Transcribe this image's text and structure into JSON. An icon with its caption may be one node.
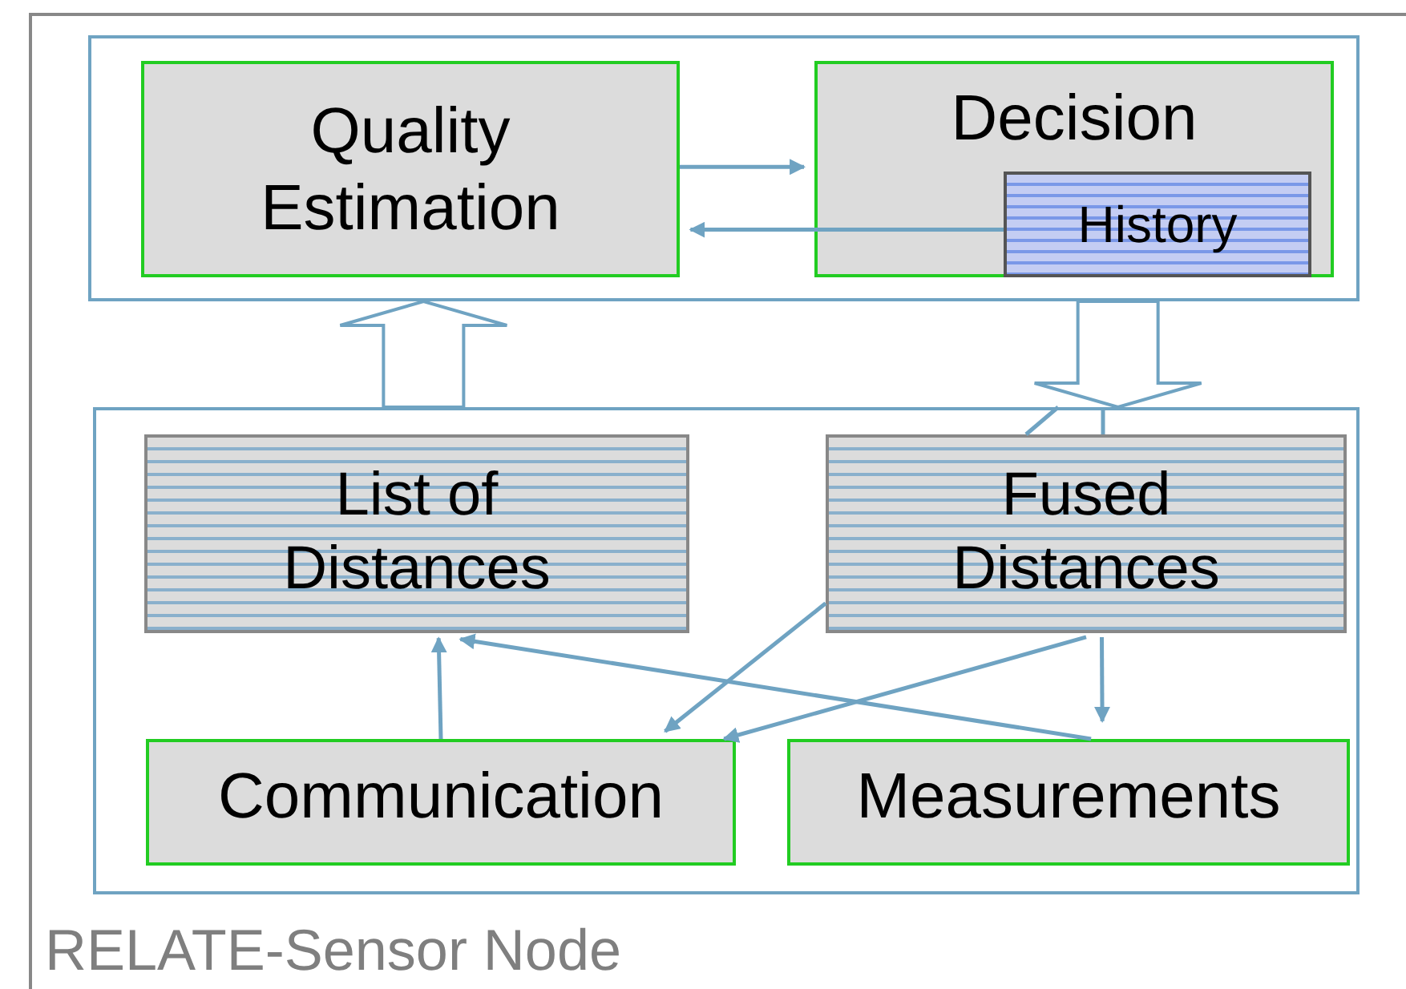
{
  "diagram": {
    "caption": "RELATE-Sensor Node",
    "nodes": [
      {
        "text": [],
        "shape": "box"
      },
      {
        "text": [
          "Quality Estimation"
        ],
        "in": 0
      },
      {
        "text": [
          "Decision"
        ],
        "in": 0
      },
      {
        "text": [
          "History"
        ],
        "in": 2
      },
      {
        "text": [],
        "shape": "box"
      },
      {
        "text": [
          "List of Distances"
        ],
        "in": 4
      },
      {
        "text": [
          "Fused Distances"
        ],
        "in": 4
      },
      {
        "text": [
          "Communication"
        ],
        "in": 4
      },
      {
        "text": [
          "Measurements"
        ],
        "in": 4
      }
    ],
    "edges": [
      {
        "from": 1,
        "to": 2,
        "arrow": "to"
      },
      {
        "from": 3,
        "to": 1,
        "arrow": "to"
      },
      {
        "from": 4,
        "to": 0,
        "arrow": "to",
        "style": "thick"
      },
      {
        "from": 0,
        "to": 4,
        "arrow": "to",
        "style": "thick"
      },
      {
        "from": 7,
        "to": 5,
        "arrow": "to"
      },
      {
        "from": 8,
        "to": 5,
        "arrow": "to"
      },
      {
        "from": 6,
        "to": 7,
        "arrow": "to"
      },
      {
        "from": 6,
        "to": 7,
        "arrow": "to"
      },
      {
        "from": 6,
        "to": 8,
        "arrow": "to"
      }
    ]
  }
}
